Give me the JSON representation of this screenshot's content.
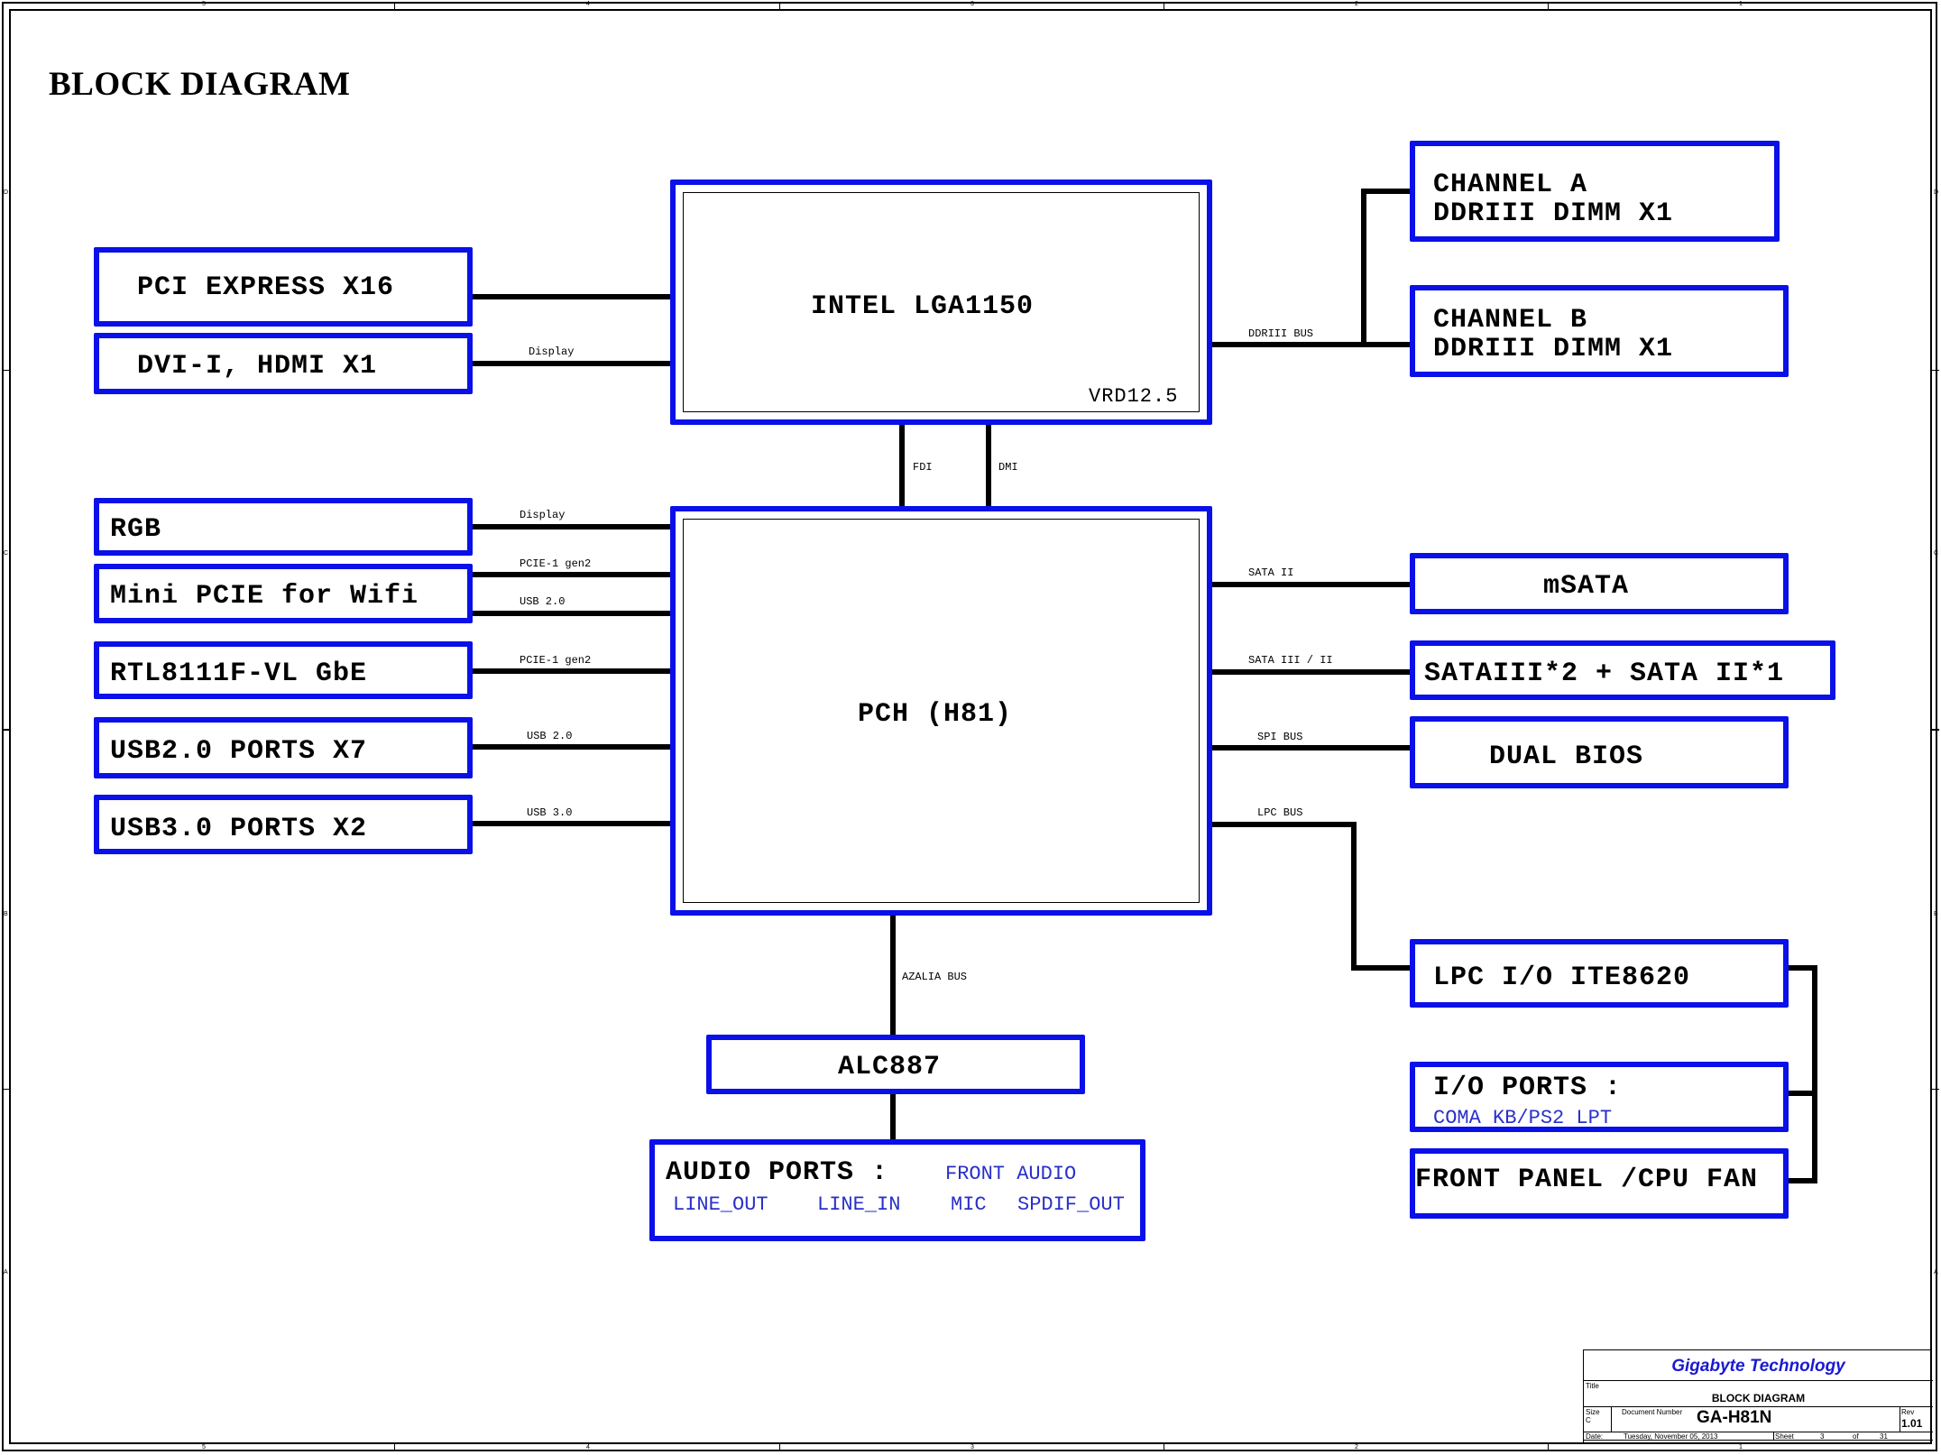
{
  "page_title": "BLOCK DIAGRAM",
  "zone_columns": [
    "5",
    "4",
    "3",
    "2",
    "1"
  ],
  "zone_rows": [
    "D",
    "C",
    "B",
    "A"
  ],
  "cpu": {
    "label": "INTEL LGA1150",
    "sub": "VRD12.5"
  },
  "pch": {
    "label": "PCH (H81)"
  },
  "left_blocks": [
    {
      "label": "PCI EXPRESS X16",
      "bus": ""
    },
    {
      "label": "DVI-I, HDMI X1",
      "bus": "Display"
    },
    {
      "label": "RGB",
      "bus": "Display"
    },
    {
      "label": "Mini PCIE for Wifi",
      "bus": "PCIE-1 gen2",
      "bus2": "USB 2.0"
    },
    {
      "label": "RTL8111F-VL GbE",
      "bus": "PCIE-1 gen2"
    },
    {
      "label": "USB2.0 PORTS X7",
      "bus": "USB 2.0"
    },
    {
      "label": "USB3.0 PORTS X2",
      "bus": "USB 3.0"
    }
  ],
  "cpu_pch_links": {
    "fdi": "FDI",
    "dmi": "DMI"
  },
  "memory": {
    "bus": "DDRIII BUS",
    "channels": [
      {
        "line1": "CHANNEL A",
        "line2": "DDRIII  DIMM X1"
      },
      {
        "line1": "CHANNEL B",
        "line2": "DDRIII  DIMM X1"
      }
    ]
  },
  "right_blocks": [
    {
      "label": "mSATA",
      "bus": "SATA II"
    },
    {
      "label": "SATAIII*2 + SATA II*1",
      "bus": "SATA III / II"
    },
    {
      "label": "DUAL BIOS",
      "bus": "SPI BUS"
    },
    {
      "label": "LPC I/O ITE8620",
      "bus": "LPC BUS"
    }
  ],
  "io_ports": {
    "title": "I/O PORTS :",
    "items": "COMA  KB/PS2  LPT"
  },
  "front_panel": {
    "label": "FRONT PANEL /CPU FAN"
  },
  "audio": {
    "bus": "AZALIA BUS",
    "codec": "ALC887",
    "ports_title": "AUDIO PORTS :",
    "front": "FRONT AUDIO",
    "items": [
      "LINE_OUT",
      "LINE_IN",
      "MIC",
      "SPDIF_OUT"
    ]
  },
  "title_block": {
    "company": "Gigabyte Technology",
    "title_label": "Title",
    "title": "BLOCK DIAGRAM",
    "size_label": "Size",
    "size": "C",
    "docnum_label": "Document Number",
    "docnum": "GA-H81N",
    "rev_label": "Rev",
    "rev": "1.01",
    "date_label": "Date:",
    "date": "Tuesday, November 05, 2013",
    "sheet_label": "Sheet",
    "sheet": "3",
    "of_label": "of",
    "total": "31",
    "corner_zone": "1"
  },
  "colors": {
    "block_border": "#0a10e8",
    "wire": "#000000",
    "sub_text": "#2a30c8",
    "company": "#1a1ad0"
  }
}
